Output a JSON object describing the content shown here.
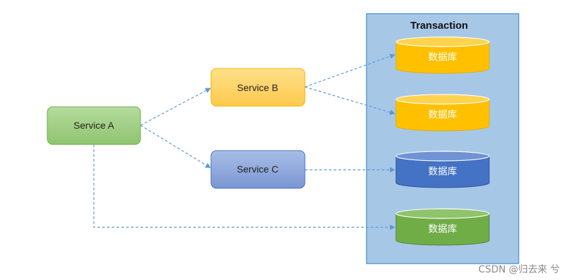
{
  "diagram": {
    "transaction_title": "Transaction",
    "services": {
      "a": "Service A",
      "b": "Service B",
      "c": "Service C"
    },
    "databases": [
      {
        "label": "数据库",
        "color": "#FFC000"
      },
      {
        "label": "数据库",
        "color": "#FFC000"
      },
      {
        "label": "数据库",
        "color": "#4472C4"
      },
      {
        "label": "数据库",
        "color": "#70AD47"
      }
    ],
    "edges": [
      {
        "from": "Service A",
        "to": "Service B"
      },
      {
        "from": "Service A",
        "to": "Service C"
      },
      {
        "from": "Service A",
        "to": "数据库 4"
      },
      {
        "from": "Service B",
        "to": "数据库 1"
      },
      {
        "from": "Service B",
        "to": "数据库 2"
      },
      {
        "from": "Service C",
        "to": "数据库 3"
      }
    ]
  },
  "watermark": "CSDN @归去来 兮",
  "colors": {
    "service_a_fill": "#A9D18E",
    "service_b_fill": "#FFD966",
    "service_c_fill": "#8EA9DB",
    "transaction_fill": "#9DC3E6",
    "arrow": "#5B9BD5"
  }
}
